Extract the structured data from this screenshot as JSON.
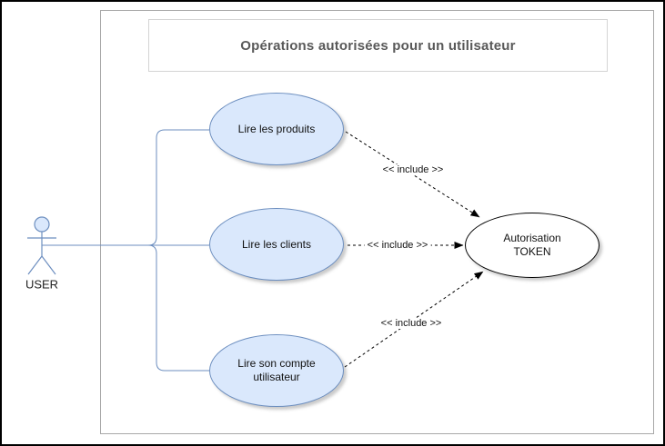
{
  "diagram": {
    "title": "Opérations autorisées pour un utilisateur",
    "actor": {
      "label": "USER"
    },
    "use_cases": [
      {
        "label": "Lire les produits"
      },
      {
        "label": "Lire les clients"
      },
      {
        "label": "Lire son compte utilisateur"
      },
      {
        "label": "Autorisation TOKEN"
      }
    ],
    "relations": [
      {
        "from": "Lire les produits",
        "to": "Autorisation TOKEN",
        "label": "<< include >>"
      },
      {
        "from": "Lire les clients",
        "to": "Autorisation TOKEN",
        "label": "<< include >>"
      },
      {
        "from": "Lire son compte utilisateur",
        "to": "Autorisation TOKEN",
        "label": "<< include >>"
      }
    ],
    "colors": {
      "use_case_fill": "#dae8fc",
      "use_case_stroke": "#6c8ebf",
      "included_fill": "#ffffff",
      "included_stroke": "#000000",
      "connector_line": "#6c8ebf",
      "include_arrow": "#000000",
      "title_text": "#595959",
      "boundary_border": "#a8a8a8",
      "outer_frame": "#000000"
    }
  }
}
